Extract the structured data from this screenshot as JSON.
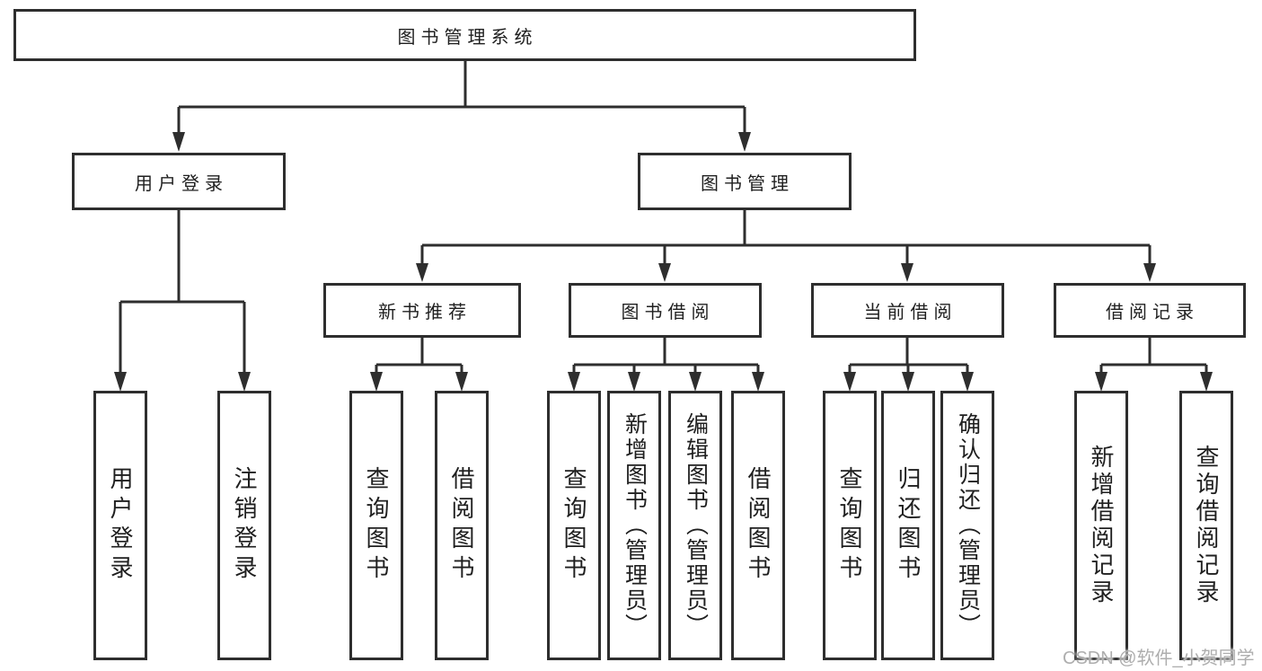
{
  "tree": {
    "label": "图书管理系统",
    "children": [
      {
        "label": "用户登录",
        "children": [
          {
            "label": "用户登录"
          },
          {
            "label": "注销登录"
          }
        ]
      },
      {
        "label": "图书管理",
        "children": [
          {
            "label": "新书推荐",
            "children": [
              {
                "label": "查询图书"
              },
              {
                "label": "借阅图书"
              }
            ]
          },
          {
            "label": "图书借阅",
            "children": [
              {
                "label": "查询图书"
              },
              {
                "label": "新增图书（管理员）"
              },
              {
                "label": "编辑图书（管理员）"
              },
              {
                "label": "借阅图书"
              }
            ]
          },
          {
            "label": "当前借阅",
            "children": [
              {
                "label": "查询图书"
              },
              {
                "label": "归还图书"
              },
              {
                "label": "确认归还（管理员）"
              }
            ]
          },
          {
            "label": "借阅记录",
            "children": [
              {
                "label": "新增借阅记录"
              },
              {
                "label": "查询借阅记录"
              }
            ]
          }
        ]
      }
    ]
  },
  "watermark": "CSDN @软件_小贺同学",
  "colors": {
    "line": "#2e2e2e",
    "text": "#1f1f1f",
    "background": "#ffffff",
    "watermark": "#aeaeae"
  }
}
